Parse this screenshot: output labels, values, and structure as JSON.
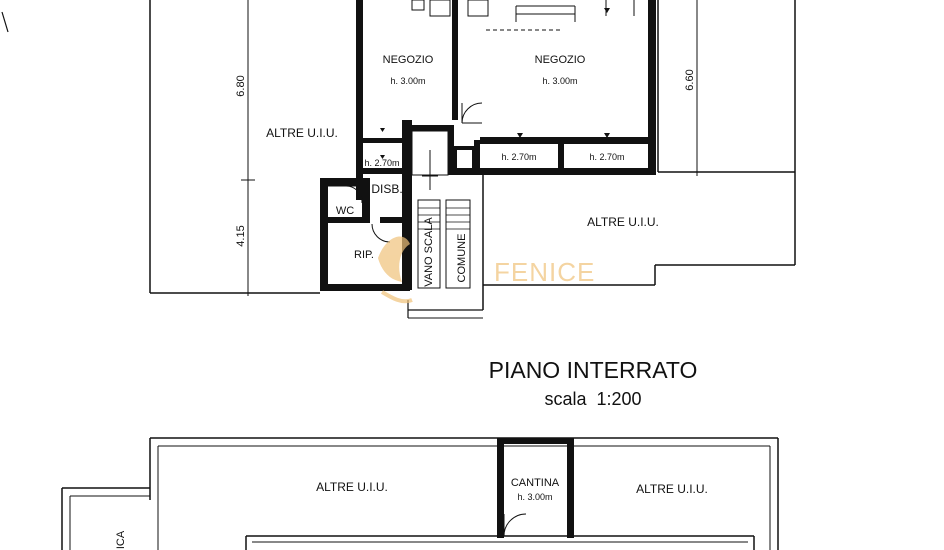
{
  "upper_plan": {
    "rooms": {
      "negozio_left": {
        "name": "NEGOZIO",
        "height": "h. 3.00m"
      },
      "negozio_right": {
        "name": "NEGOZIO",
        "height": "h. 3.00m"
      },
      "strip_left_height": "h. 2.70m",
      "strip_mid_height": "h. 2.70m",
      "strip_right_height": "h. 2.70m",
      "disb": "DISB.",
      "wc": "WC",
      "rip": "RIP."
    },
    "altre_left": "ALTRE U.I.U.",
    "altre_right": "ALTRE U.I.U.",
    "stair_label_1": "VANO SCALA",
    "stair_label_2": "COMUNE",
    "dim_left_upper": "6.80",
    "dim_left_lower": "4.15",
    "dim_right": "6.60"
  },
  "section_title": "PIANO INTERRATO",
  "section_scale": "scala  1:200",
  "lower_plan": {
    "altre_left": "ALTRE U.I.U.",
    "altre_right": "ALTRE U.I.U.",
    "cantina": {
      "name": "CANTINA",
      "height": "h. 3.00m"
    },
    "side_fragment": "ICA"
  },
  "watermark": "FENICE",
  "colors": {
    "ink": "#111111",
    "watermark": "#f0c27a"
  }
}
